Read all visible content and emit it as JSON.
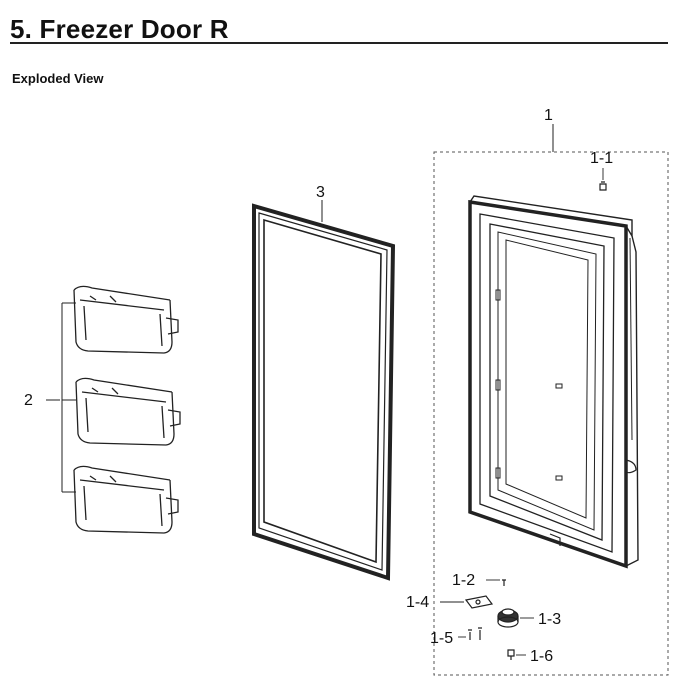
{
  "header": {
    "title": "5.  Freezer Door R",
    "subtitle": "Exploded View"
  },
  "callouts": {
    "door_assembly": "1",
    "cap": "1-1",
    "screw": "1-2",
    "bushing": "1-3",
    "hinge_bracket": "1-4",
    "pin": "1-5",
    "bolt": "1-6",
    "door_guard": "2",
    "gasket": "3"
  }
}
